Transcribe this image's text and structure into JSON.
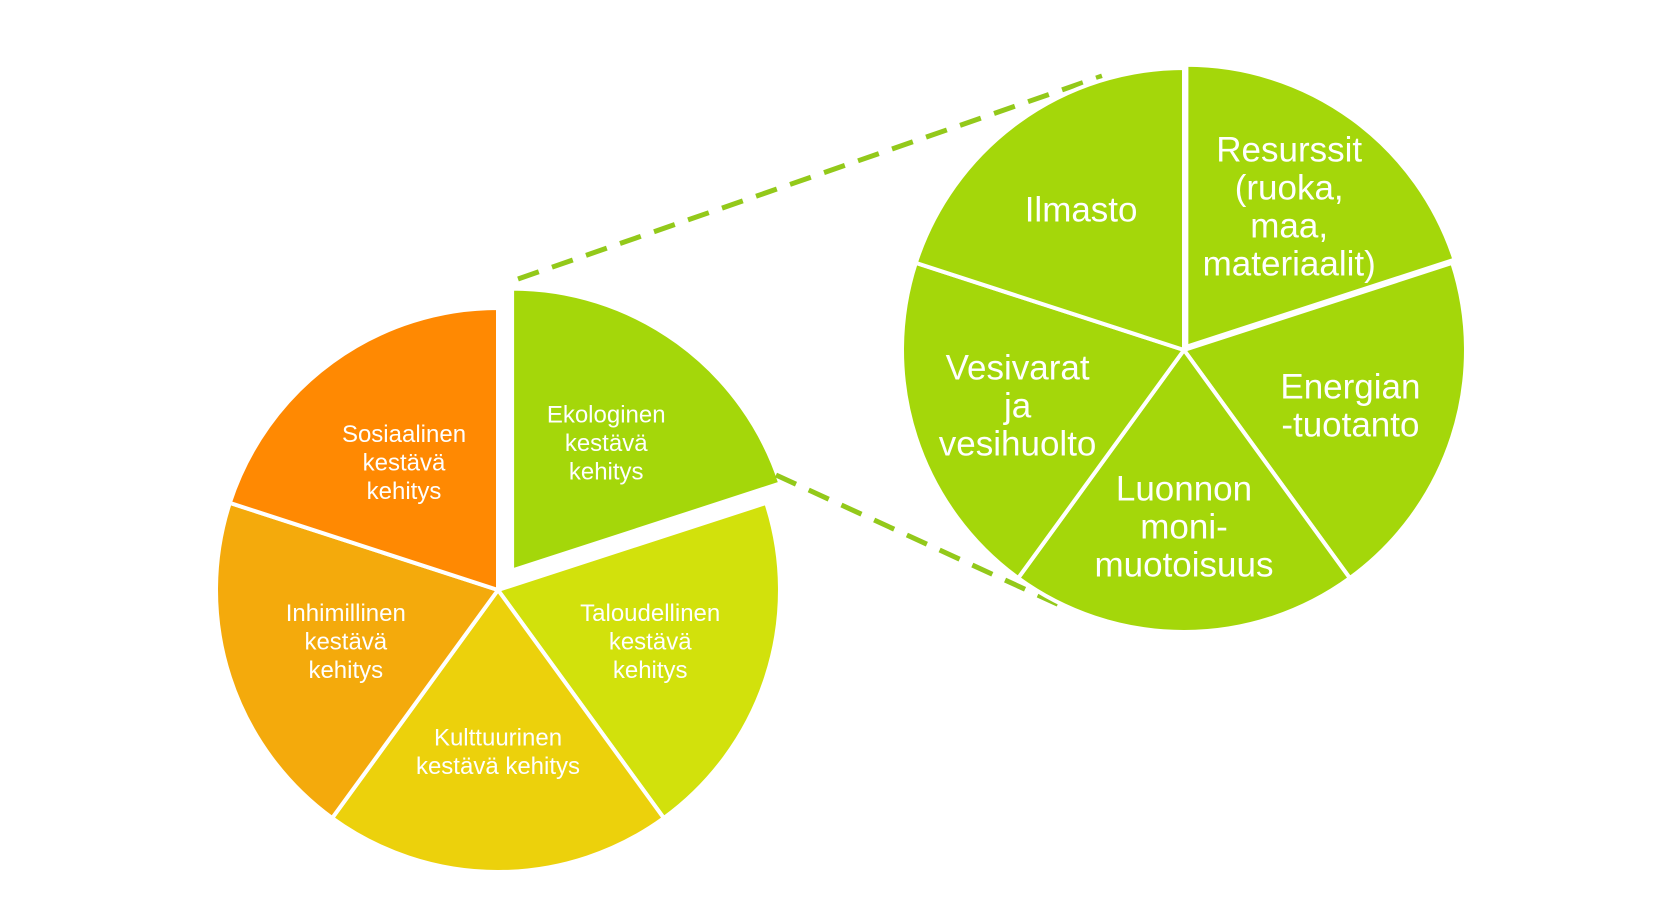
{
  "left_pie": {
    "segments": [
      {
        "lines": [
          "Ekologinen",
          "kestävä",
          "kehitys"
        ],
        "color": "#a4d70a",
        "exploded": true
      },
      {
        "lines": [
          "Taloudellinen",
          "kestävä",
          "kehitys"
        ],
        "color": "#d2e10c"
      },
      {
        "lines": [
          "Kulttuurinen",
          "kestävä kehitys"
        ],
        "color": "#ecd10c"
      },
      {
        "lines": [
          "Inhimillinen",
          "kestävä",
          "kehitys"
        ],
        "color": "#f4aa0c"
      },
      {
        "lines": [
          "Sosiaalinen",
          "kestävä",
          "kehitys"
        ],
        "color": "#ff8902"
      }
    ]
  },
  "right_pie": {
    "color": "#a4d70a",
    "segments": [
      {
        "lines": [
          "Resurssit",
          "(ruoka,",
          "maa,",
          "materiaalit)"
        ],
        "exploded": true
      },
      {
        "lines": [
          "Energian",
          "-tuotanto"
        ]
      },
      {
        "lines": [
          "Luonnon",
          "moni-",
          "muotoisuus"
        ]
      },
      {
        "lines": [
          "Vesivarat",
          "ja",
          "vesihuolto"
        ]
      },
      {
        "lines": [
          "Ilmasto"
        ]
      }
    ]
  },
  "connector_color": "#93c91a"
}
